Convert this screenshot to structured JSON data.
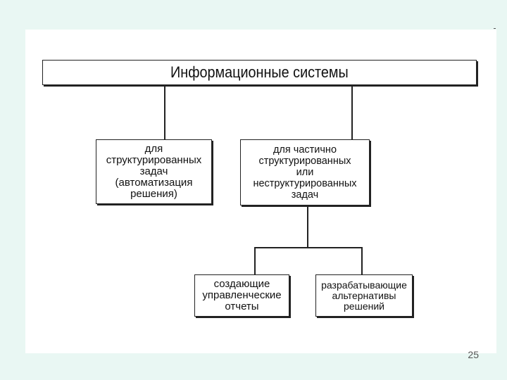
{
  "diagram": {
    "title": "Информационные системы",
    "nodes": {
      "structured": "для\nструктурированных\nзадач\n(автоматизация\nрешения)",
      "semi_structured": "для частично\nструктурированных\nили\nнеструктурированных\nзадач",
      "reports": "создающие\nуправленческие\nотчеты",
      "alternatives": "разрабатывающие\nальтернативы\nрешений"
    },
    "edges": [
      [
        "title",
        "structured"
      ],
      [
        "title",
        "semi_structured"
      ],
      [
        "semi_structured",
        "reports"
      ],
      [
        "semi_structured",
        "alternatives"
      ]
    ]
  },
  "slide": {
    "page_number": "25"
  },
  "colors": {
    "background": "#e9f7f3",
    "slide": "#ffffff",
    "stroke": "#222222"
  }
}
